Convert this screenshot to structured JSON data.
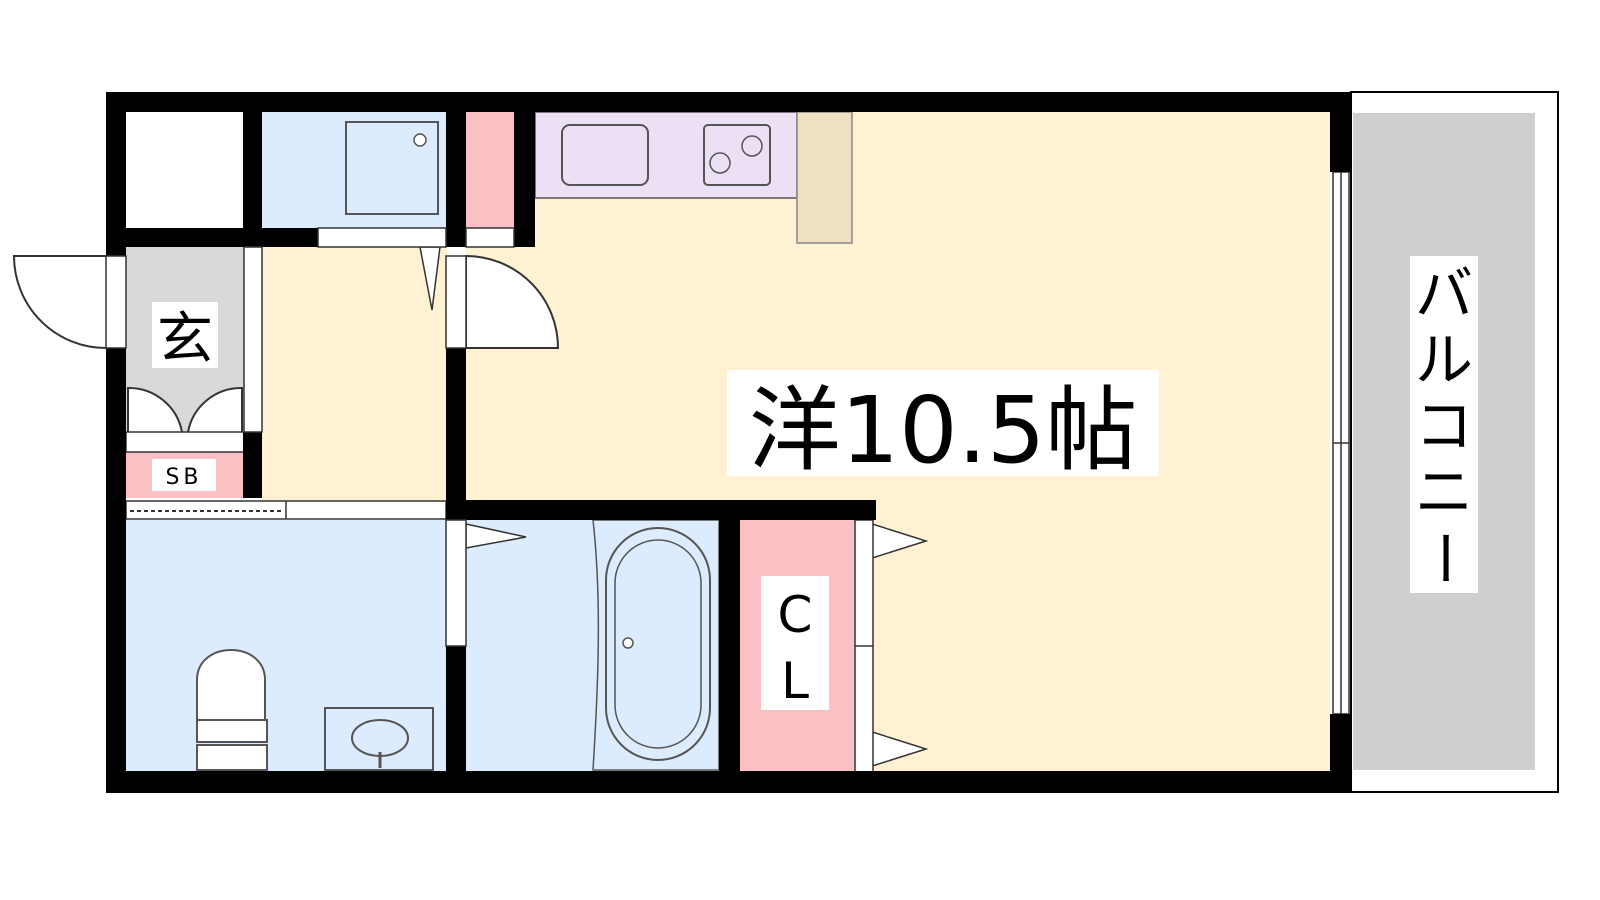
{
  "rooms": {
    "western": {
      "label": "洋10.5帖"
    },
    "entrance": {
      "label": "玄"
    },
    "shoe_box": {
      "label": "SB"
    },
    "closet": {
      "label_line1": "C",
      "label_line2": "L"
    },
    "balcony": {
      "label_chars": [
        "バ",
        "ル",
        "コ",
        "ニ",
        "ー"
      ]
    }
  },
  "colors": {
    "wall": "#000000",
    "western_floor": "#fef2d3",
    "wet_area": "#dcebfd",
    "kitchen": "#ece0f5",
    "closet": "#fbc0c3",
    "entrance": "#d9d9d9",
    "balcony": "#cfcfcf",
    "counter": "#efdfc3",
    "label_bg": "#ffffff"
  }
}
